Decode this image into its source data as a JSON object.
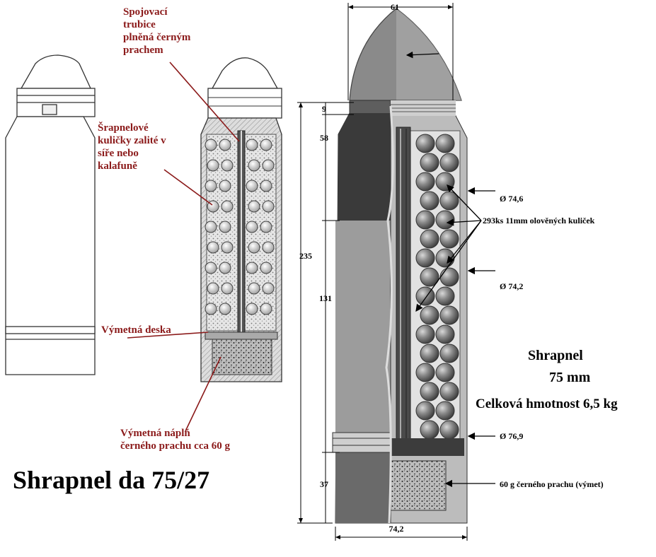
{
  "left_labels": {
    "trubice": [
      "Spojovací",
      "trubice",
      "plněná černým",
      "prachem"
    ],
    "kulicky": [
      "Šrapnelové",
      "kuličky zalité v",
      "síře nebo",
      "kalafuně"
    ],
    "deska": "Výmetná deska",
    "napln": [
      "Výmetná náplň",
      "černého prachu cca 60 g"
    ],
    "title": "Shrapnel da 75/27"
  },
  "right_labels": {
    "d_top": "61",
    "d_9": "9",
    "d_58": "58",
    "d_235": "235",
    "d_131": "131",
    "d_37": "37",
    "d_bottom": "74,2",
    "dia_1": "Ø 74,6",
    "dia_2": "Ø 74,2",
    "dia_3": "Ø 76,9",
    "balls": "293ks 11mm olověných kuliček",
    "powder": "60 g černého prachu (výmet)",
    "name_1": "Shrapnel",
    "name_2": "75 mm",
    "mass": "Celková hmotnost 6,5 kg"
  },
  "colors": {
    "label_red": "#8b1a1a",
    "shell_gray": "#b9b9b9",
    "shell_dark": "#5a5a5a",
    "nose_gray": "#8a8a8a"
  }
}
